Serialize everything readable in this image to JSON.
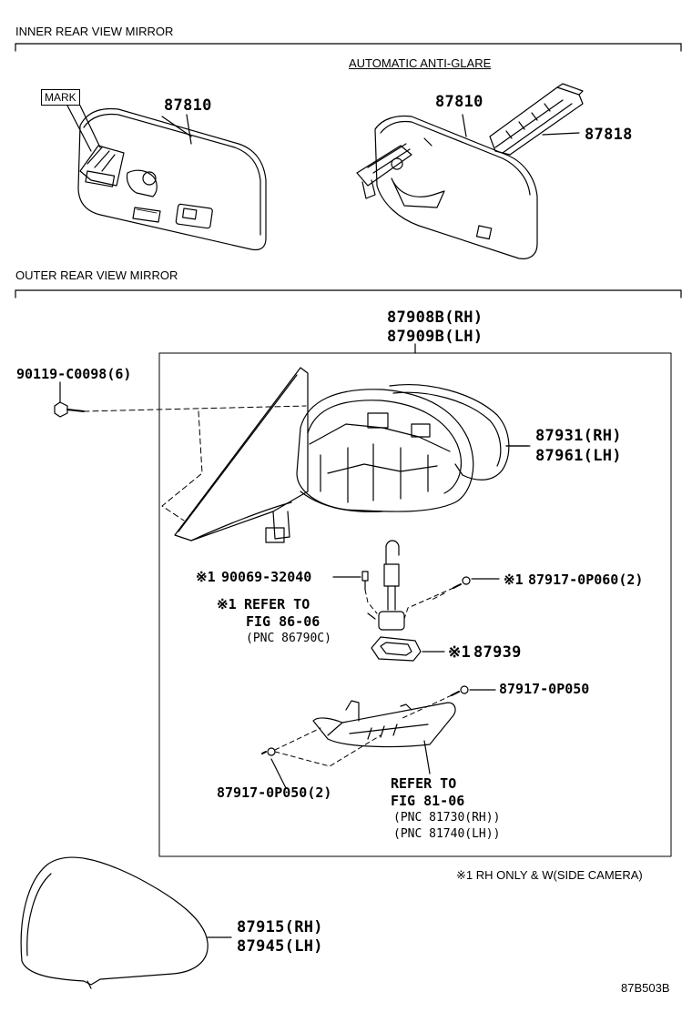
{
  "sections": {
    "inner": "INNER REAR VIEW MIRROR",
    "outer": "OUTER REAR VIEW MIRROR"
  },
  "inner": {
    "mark_label": "MARK",
    "mirror_part": "87810",
    "auto_antiglare_label": "AUTOMATIC ANTI-GLARE",
    "auto_mirror_part": "87810",
    "cover_part": "87818"
  },
  "outer": {
    "assy_rh": "87908B(RH)",
    "assy_lh": "87909B(LH)",
    "screw": "90119-C0098(6)",
    "glass_rh": "87931(RH)",
    "glass_lh": "87961(LH)",
    "camera_screw_mark": "※1",
    "camera_screw": "90069-32040",
    "bolt_mark": "※1",
    "bolt": "87917-0P060(2)",
    "refer1_mark": "※1",
    "refer1_line1": "REFER TO",
    "refer1_line2": "FIG 86-06",
    "refer1_line3": "(PNC 86790C)",
    "bracket_mark": "※1",
    "bracket": "87939",
    "screw_upper": "87917-0P050",
    "screw_lower": "87917-0P050(2)",
    "refer2_line1": "REFER TO",
    "refer2_line2": "FIG 81-06",
    "refer2_line3": "(PNC 81730(RH))",
    "refer2_line4": "(PNC 81740(LH))",
    "footnote": "※1 RH ONLY & W(SIDE CAMERA)",
    "cover_rh": "87915(RH)",
    "cover_lh": "87945(LH)"
  },
  "figure_code": "87B503B"
}
